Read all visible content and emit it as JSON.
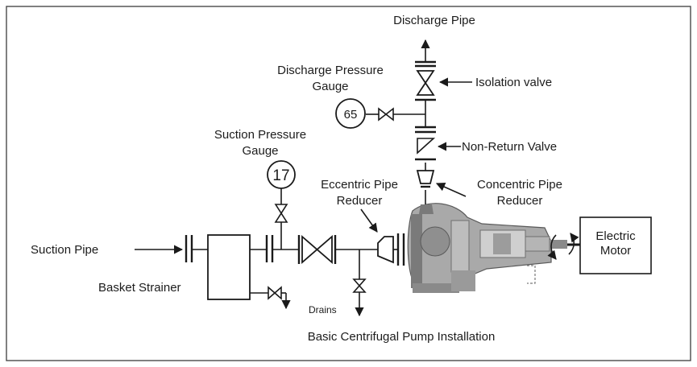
{
  "labels": {
    "discharge_pipe": "Discharge Pipe",
    "discharge_gauge_line1": "Discharge Pressure",
    "discharge_gauge_line2": "Gauge",
    "isolation_valve": "Isolation valve",
    "non_return_valve": "Non-Return Valve",
    "concentric_line1": "Concentric Pipe",
    "concentric_line2": "Reducer",
    "eccentric_line1": "Eccentric Pipe",
    "eccentric_line2": "Reducer",
    "suction_gauge_line1": "Suction Pressure",
    "suction_gauge_line2": "Gauge",
    "suction_pipe": "Suction Pipe",
    "basket_strainer": "Basket Strainer",
    "drains": "Drains",
    "motor_line1": "Electric",
    "motor_line2": "Motor",
    "caption": "Basic Centrifugal Pump Installation"
  },
  "gauges": {
    "discharge_reading": "65",
    "suction_reading": "17"
  },
  "colors": {
    "line": "#1a1a1a",
    "pump_body": "#a9a9a9",
    "pump_dark": "#6e6e6e",
    "background": "#ffffff"
  }
}
